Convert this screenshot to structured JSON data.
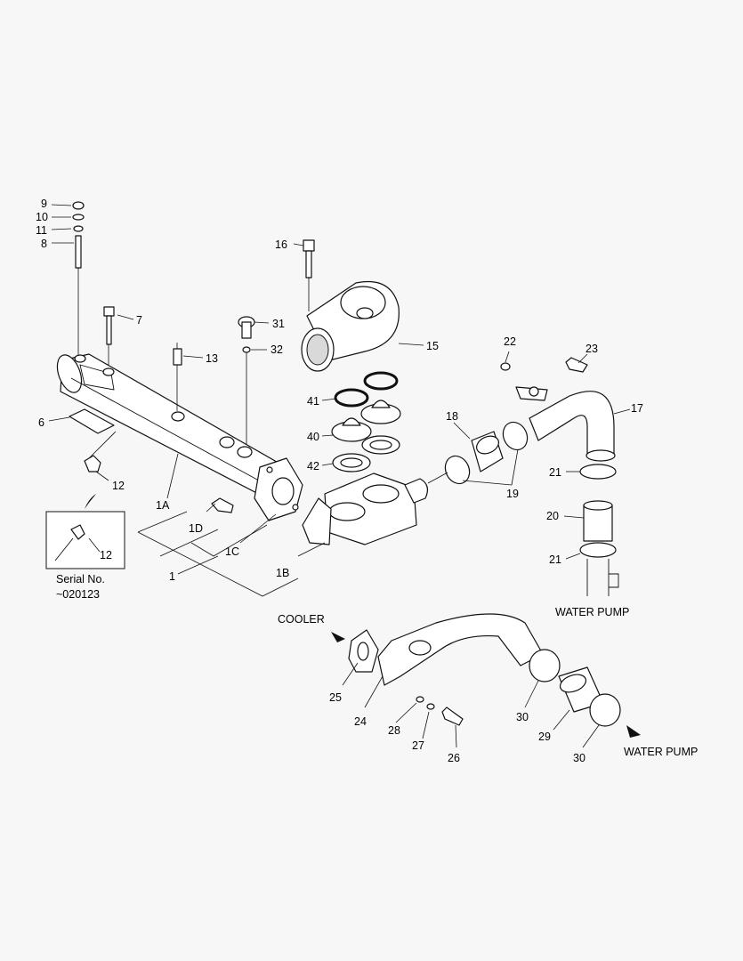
{
  "labels": {
    "p1": "1",
    "p1A": "1A",
    "p1B": "1B",
    "p1C": "1C",
    "p1D": "1D",
    "p6": "6",
    "p7": "7",
    "p8": "8",
    "p9": "9",
    "p10": "10",
    "p11": "11",
    "p12a": "12",
    "p12b": "12",
    "p13": "13",
    "p15": "15",
    "p16": "16",
    "p17": "17",
    "p18": "18",
    "p19": "19",
    "p20": "20",
    "p21a": "21",
    "p21b": "21",
    "p22": "22",
    "p23": "23",
    "p24": "24",
    "p25": "25",
    "p26": "26",
    "p27": "27",
    "p28": "28",
    "p29": "29",
    "p30a": "30",
    "p30b": "30",
    "p31": "31",
    "p32": "32",
    "p40": "40",
    "p41": "41",
    "p42": "42"
  },
  "inset": {
    "line1": "Serial No.",
    "line2": "~020123"
  },
  "flow": {
    "cooler": "COOLER",
    "water_pump_top": "WATER PUMP",
    "water_pump_bottom": "WATER PUMP"
  }
}
